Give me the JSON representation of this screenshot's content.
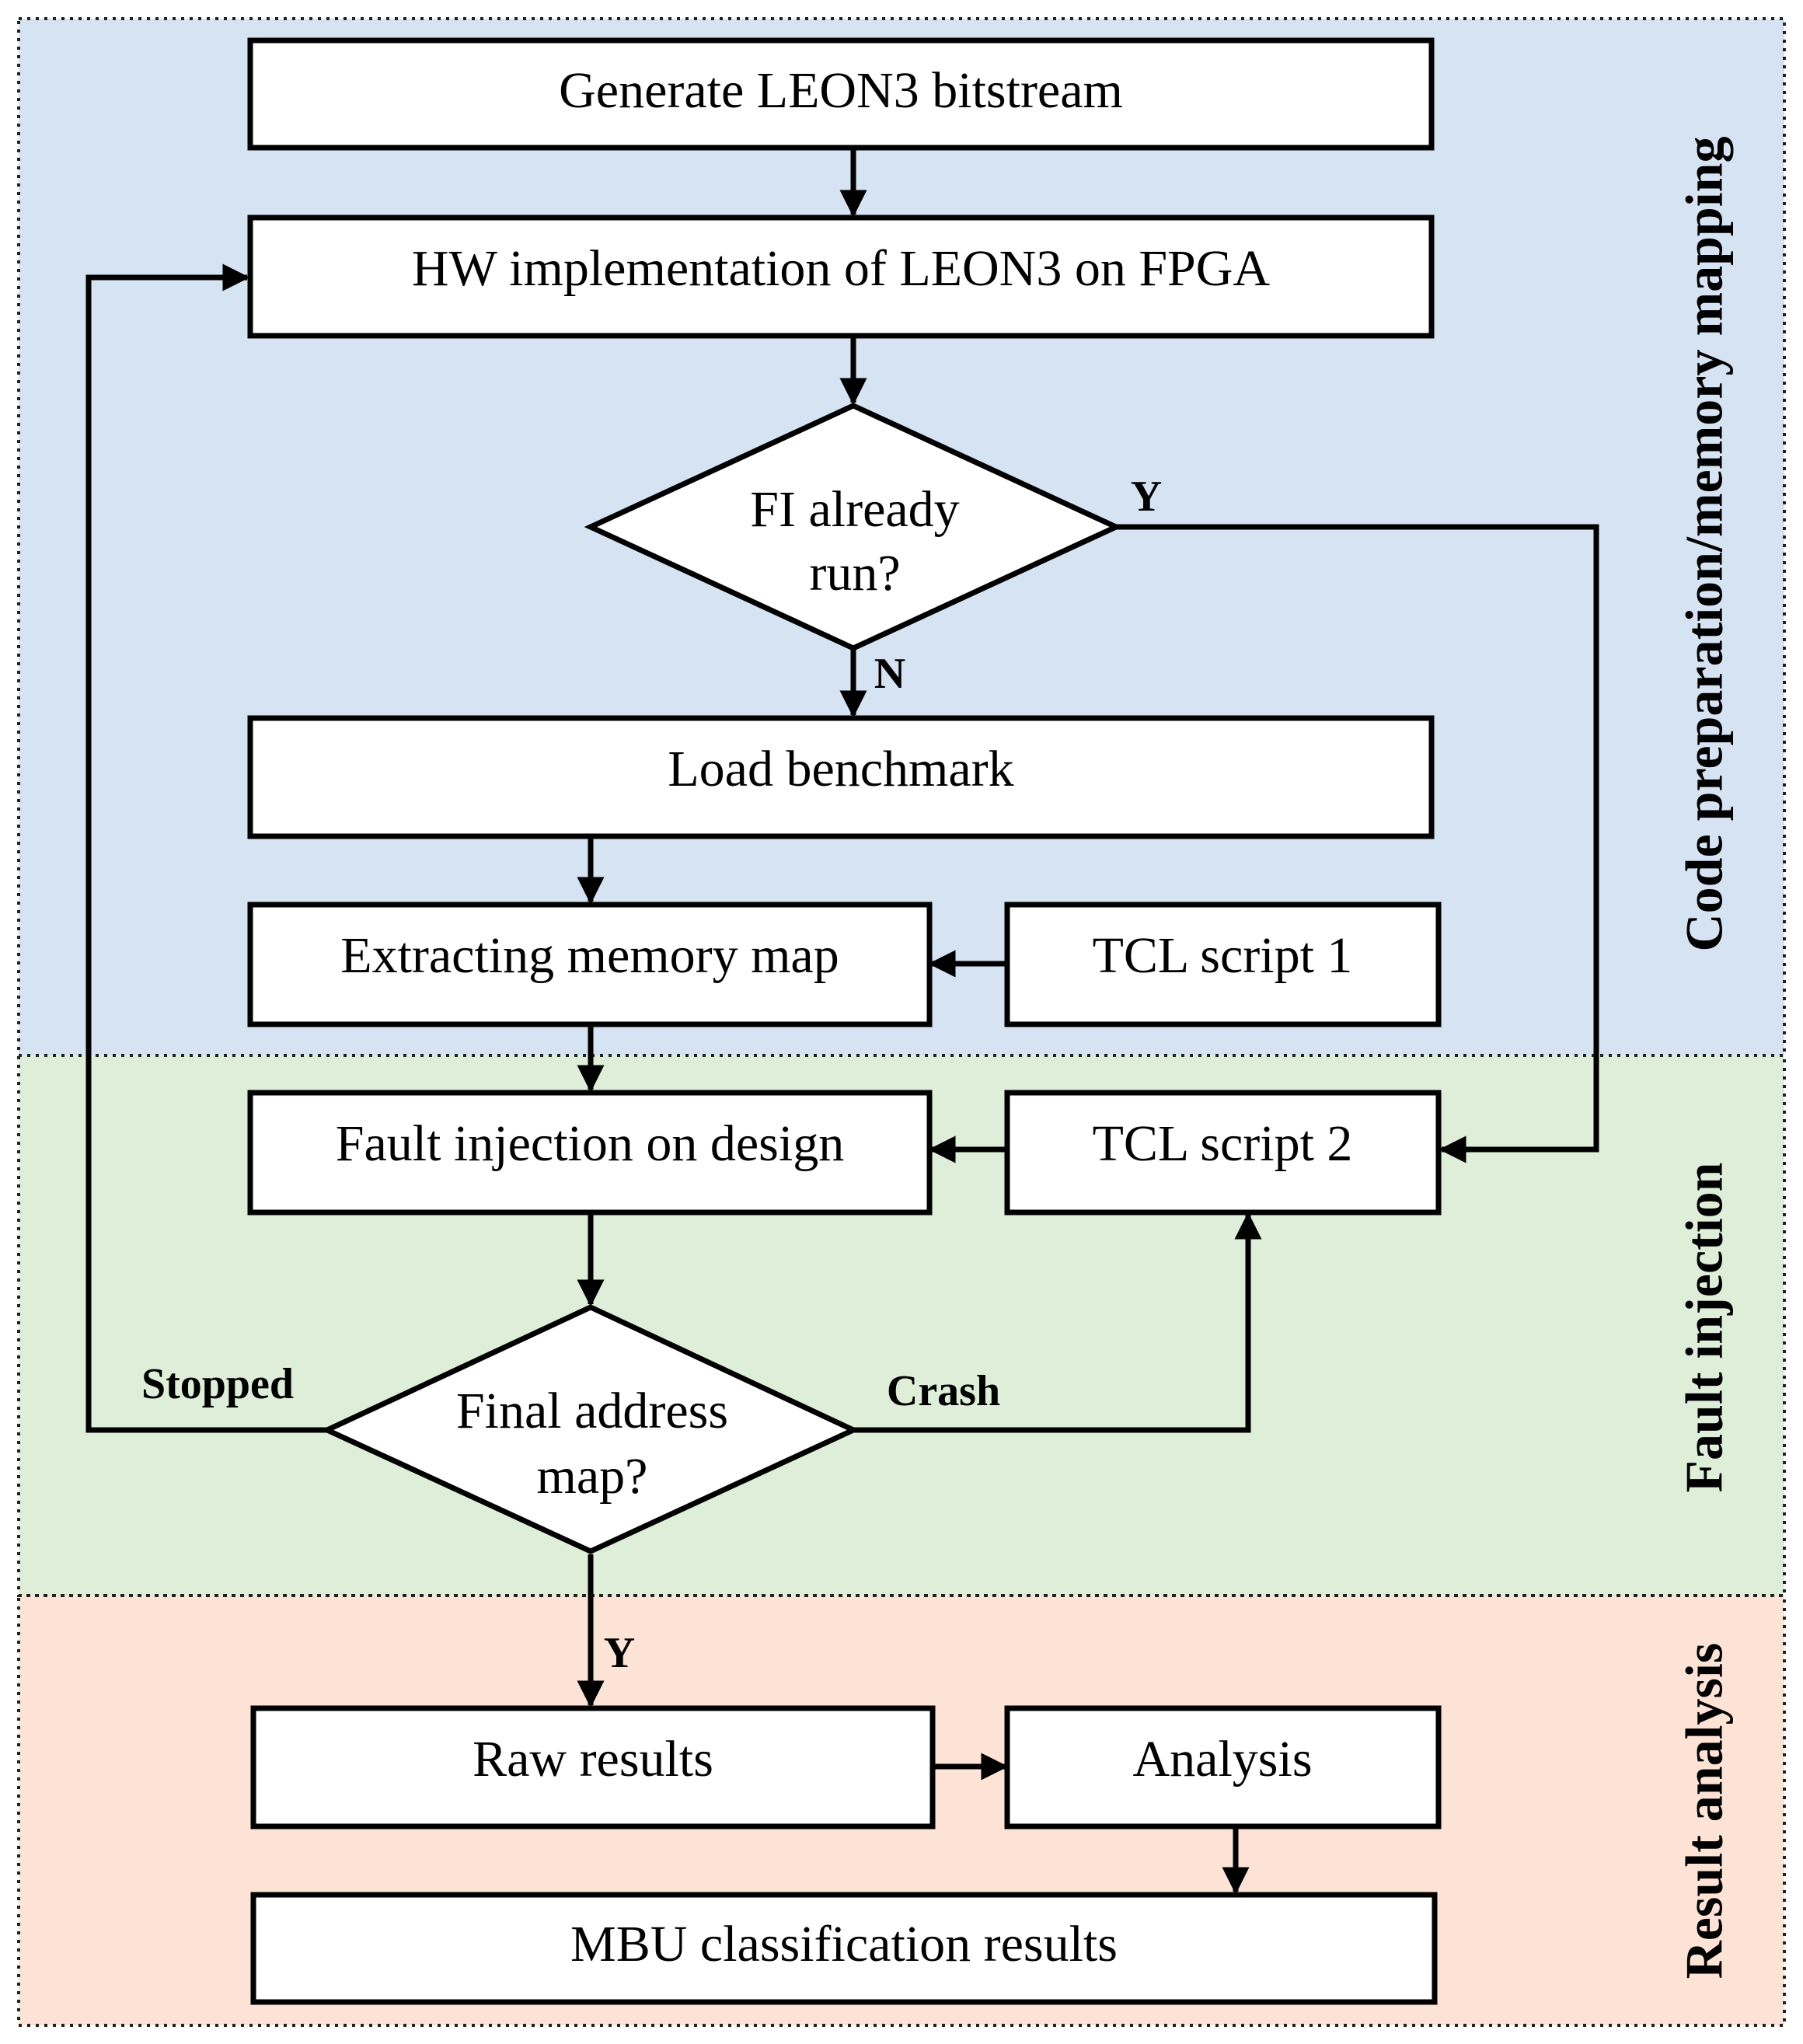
{
  "colors": {
    "zone_top": "#d6e3f3",
    "zone_mid": "#deeed9",
    "zone_bottom": "#fde3d6"
  },
  "sections": {
    "top": "Code preparation/memory mapping",
    "middle": "Fault injection",
    "bottom": "Result analysis"
  },
  "nodes": {
    "generate": "Generate LEON3 bitstream",
    "hw_impl": "HW implementation of LEON3 on FPGA",
    "fi_question_l1": "FI already",
    "fi_question_l2": "run?",
    "load": "Load benchmark",
    "extract": "Extracting memory map",
    "tcl1": "TCL script 1",
    "fault": "Fault injection on design",
    "tcl2": "TCL script 2",
    "final_question_l1": "Final address",
    "final_question_l2": "map?",
    "raw": "Raw results",
    "analysis": "Analysis",
    "mbu": "MBU classification results"
  },
  "edge_labels": {
    "fi_yes": "Y",
    "fi_no": "N",
    "final_yes": "Y",
    "stopped": "Stopped",
    "crash": "Crash"
  }
}
